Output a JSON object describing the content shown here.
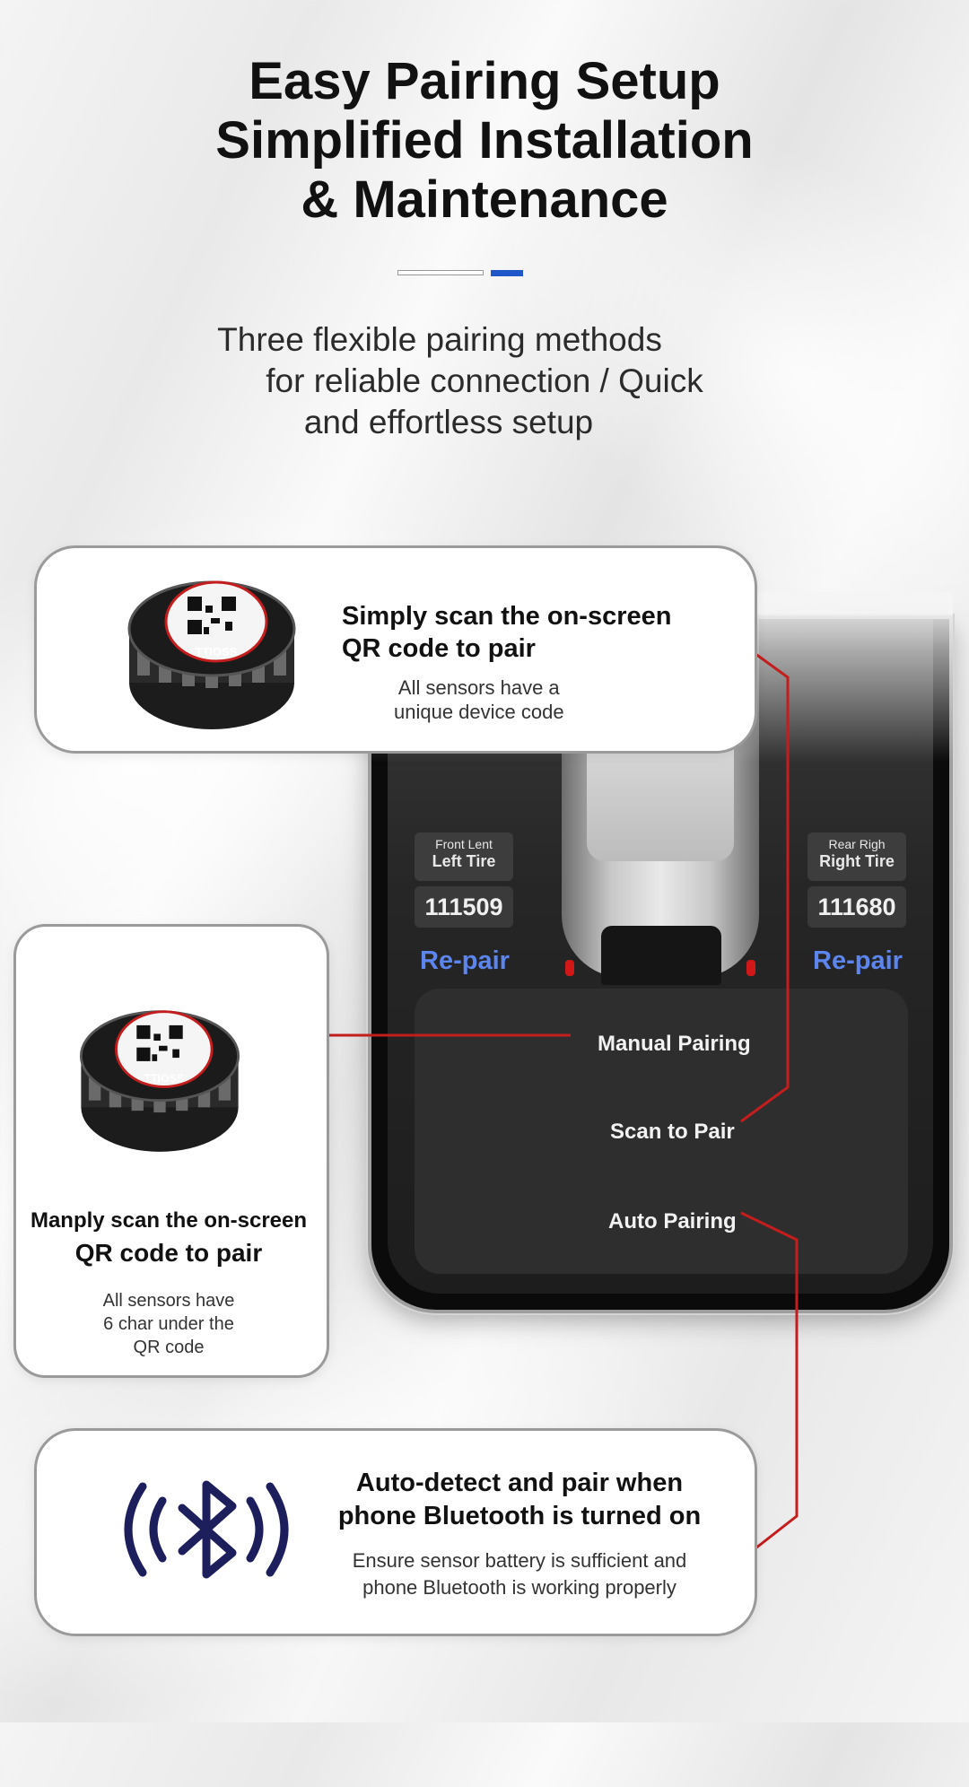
{
  "header": {
    "title_lines": [
      "Easy Pairing Setup",
      "Simplified Installation",
      "& Maintenance"
    ],
    "subtitle_lines": [
      "Three flexible pairing methods",
      "for reliable connection / Quick",
      "and effortless setup"
    ]
  },
  "card_scan": {
    "heading_lines": [
      "Simply scan the on-screen",
      "QR code to pair"
    ],
    "body_lines": [
      "All sensors have a",
      "unique device code"
    ],
    "sensor_text": "TTIOSS"
  },
  "card_manual": {
    "heading_lines": [
      "Manply scan the on-screen",
      "QR code to pair"
    ],
    "body_lines": [
      "All sensors have",
      "6 char under the",
      "QR code"
    ],
    "sensor_text": "TTIOSS"
  },
  "card_auto": {
    "heading_lines": [
      "Auto-detect and pair when",
      "phone Bluetooth is turned on"
    ],
    "body_lines": [
      "Ensure sensor battery is sufficient and",
      "phone Bluetooth is working properly"
    ]
  },
  "phone": {
    "front_left": {
      "line1": "Front Lеnt",
      "line2": "Left Tire",
      "code": "111509",
      "repair": "Re-pair"
    },
    "rear_right": {
      "line1": "Reаr Righ",
      "line2": "Right Tire",
      "code": "111680",
      "repair": "Re-pair"
    },
    "options": [
      "Manual Pairing",
      "Scan to Pair",
      "Auto Pairing"
    ]
  },
  "colors": {
    "accent_blue": "#1f57c8",
    "line_red": "#c41d1d",
    "repair_blue": "#5d85ee",
    "bt_navy": "#1c1f5c"
  }
}
